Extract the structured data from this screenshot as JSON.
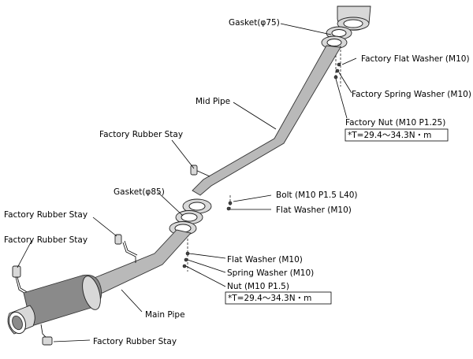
{
  "labels": {
    "gasket_75": "Gasket(φ75)",
    "factory_flat_washer_m10": "Factory Flat Washer (M10)",
    "factory_spring_washer_m10": "Factory Spring Washer (M10)",
    "mid_pipe": "Mid Pipe",
    "factory_nut": "Factory Nut (M10 P1.25)",
    "torque_upper": "*T=29.4～34.3N・m",
    "factory_rubber_stay_mid": "Factory Rubber Stay",
    "gasket_85": "Gasket(φ85)",
    "bolt": "Bolt (M10 P1.5 L40)",
    "flat_washer_upper": "Flat Washer (M10)",
    "factory_rubber_stay_left1": "Factory Rubber Stay",
    "factory_rubber_stay_left2": "Factory Rubber Stay",
    "flat_washer_lower": "Flat Washer (M10)",
    "spring_washer_lower": "Spring Washer (M10)",
    "nut_lower": "Nut (M10 P1.5)",
    "torque_lower": "*T=29.4～34.3N・m",
    "main_pipe": "Main Pipe",
    "factory_rubber_stay_bottom": "Factory Rubber Stay"
  }
}
